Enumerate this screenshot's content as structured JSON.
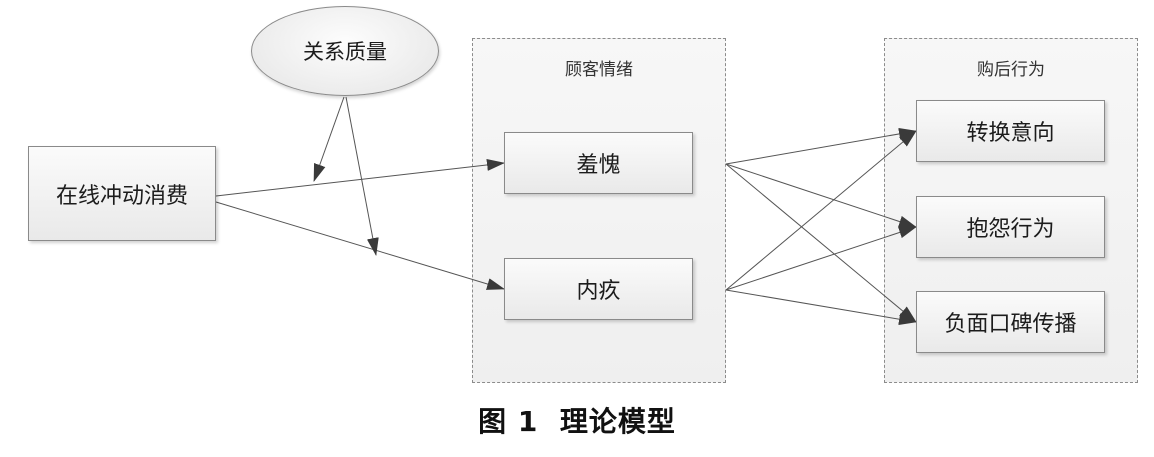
{
  "moderator": {
    "label": "关系质量"
  },
  "source": {
    "label": "在线冲动消费"
  },
  "emotion_group": {
    "title": "顾客情绪",
    "items": [
      "羞愧",
      "内疚"
    ]
  },
  "behavior_group": {
    "title": "购后行为",
    "items": [
      "转换意向",
      "抱怨行为",
      "负面口碑传播"
    ]
  },
  "caption": {
    "number": "图 1",
    "title": "理论模型"
  }
}
